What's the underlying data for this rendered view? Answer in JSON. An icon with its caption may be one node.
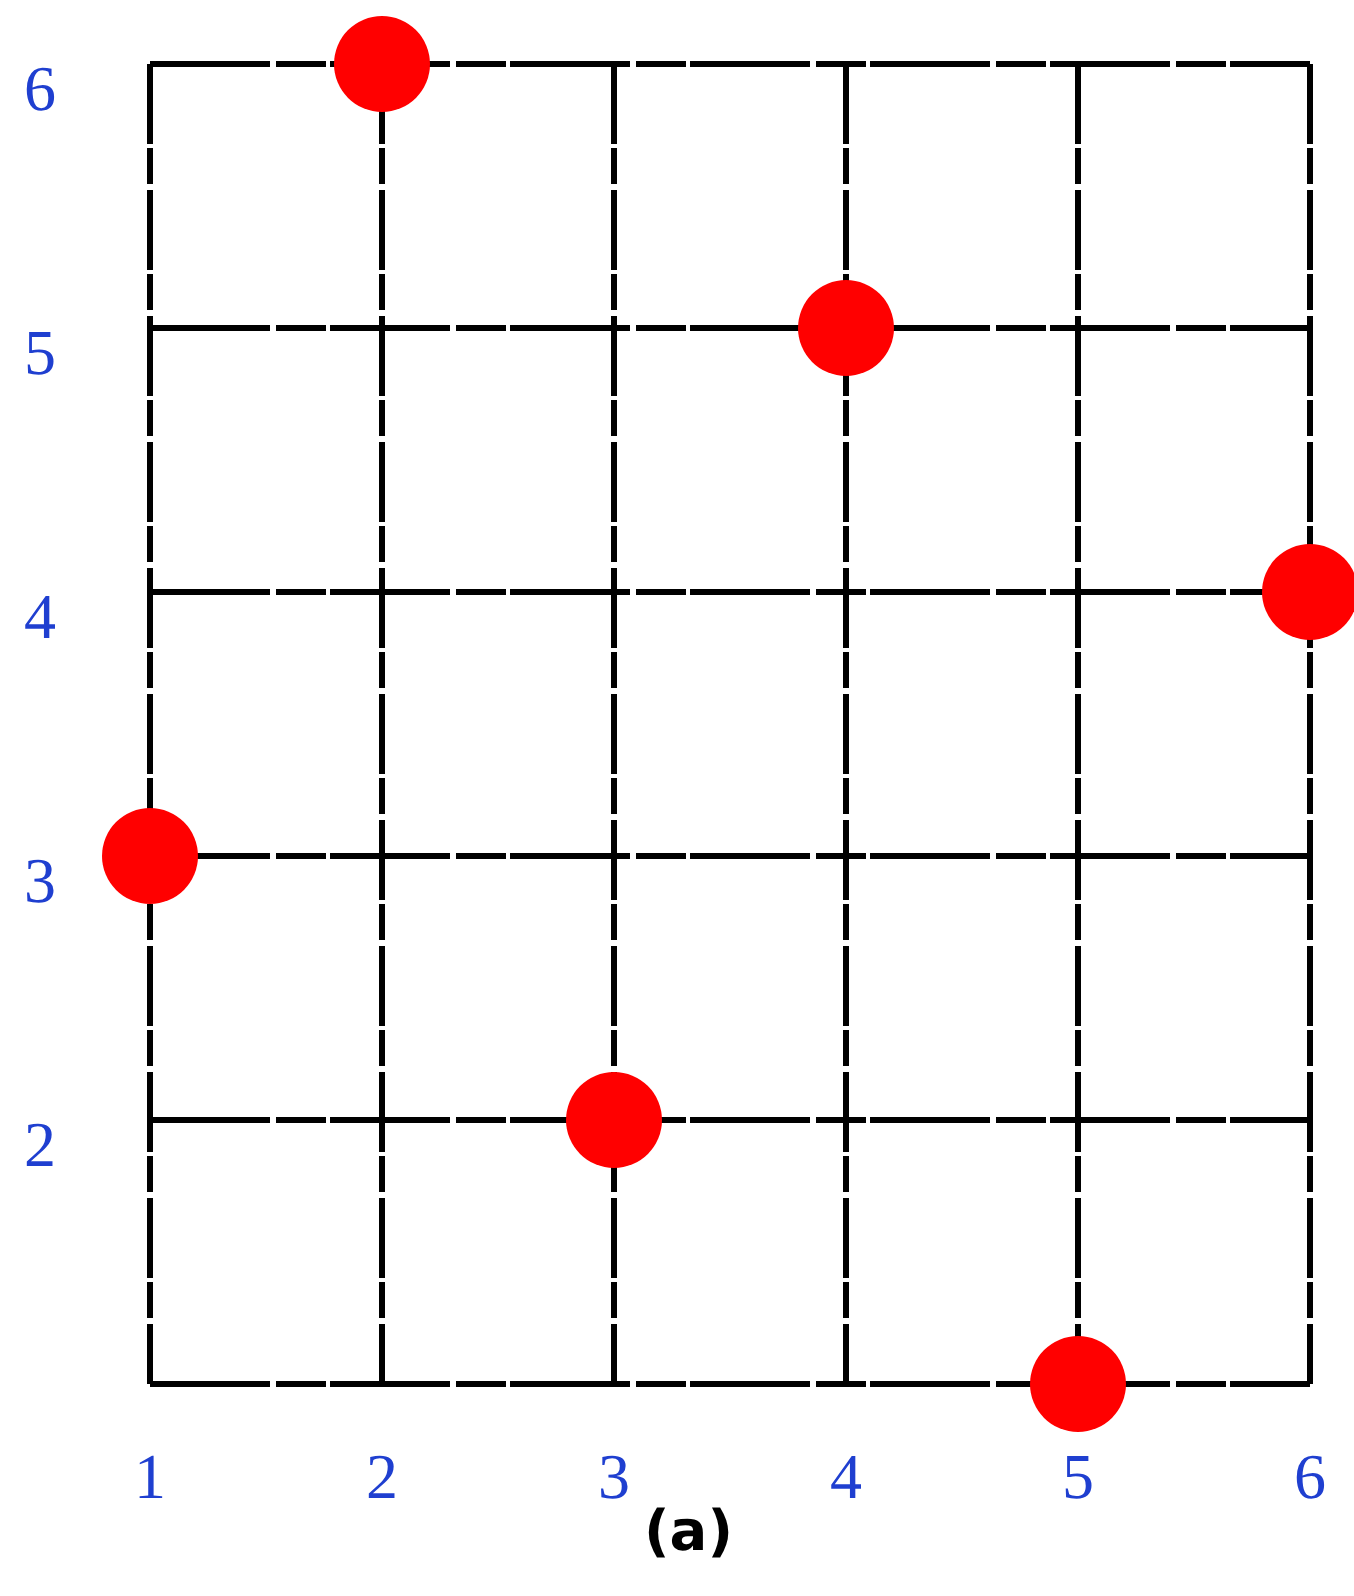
{
  "diagram": {
    "caption": "(a)",
    "chart_data": {
      "type": "scatter",
      "grid": true,
      "x": [
        2,
        4,
        6,
        1,
        3,
        5
      ],
      "xlim": [
        1,
        6
      ],
      "ylim": [
        1,
        6
      ],
      "xticks": [
        1,
        2,
        3,
        4,
        5,
        6
      ],
      "yticks": [
        2,
        3,
        4,
        5,
        6
      ],
      "series": [
        {
          "color": "#ff0000",
          "values": [
            6,
            5,
            4,
            3,
            2,
            1
          ]
        }
      ]
    }
  }
}
